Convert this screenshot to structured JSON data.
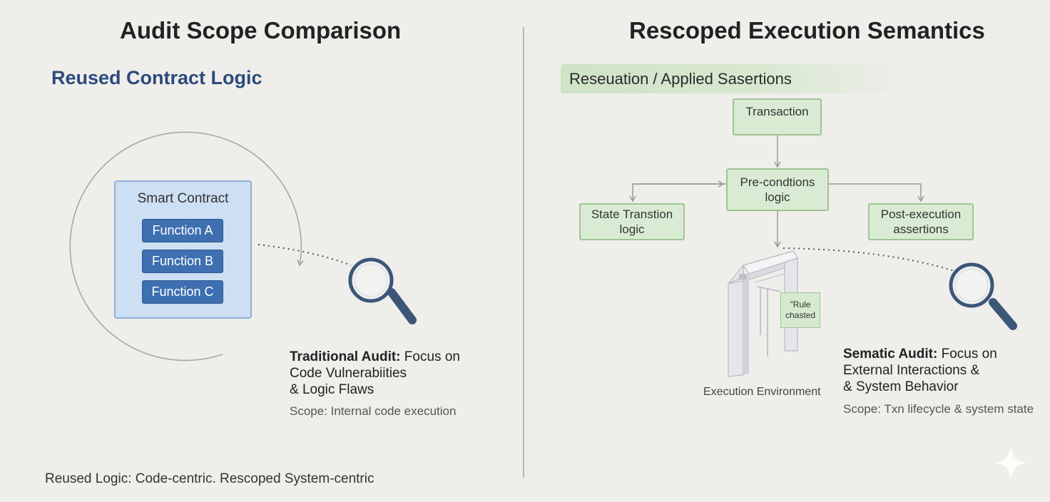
{
  "left_panel": {
    "title": "Audit Scope Comparison",
    "subtitle": "Reused Contract Logic",
    "contract_title": "Smart Contract",
    "functions": [
      "Function A",
      "Function B",
      "Function C"
    ],
    "caption_bold": "Traditional Audit:",
    "caption_line1_rest": " Focus on",
    "caption_line2": "Code Vulnerabiities",
    "caption_line3": "& Logic Flaws",
    "scope": "Scope: Internal code execution"
  },
  "right_panel": {
    "title": "Rescoped Execution Semantics",
    "banner": "Reseuation / Applied Sasertions",
    "node_transaction": "Transaction",
    "node_preconditions": [
      "Pre-condtions",
      "logic"
    ],
    "node_state": [
      "State Transtion",
      "logic"
    ],
    "node_post": [
      "Post-execution",
      "assertions"
    ],
    "rule_card": [
      "\"Rule",
      "chasted"
    ],
    "env_label": "Execution Environment",
    "caption_bold": "Sematic Audit:",
    "caption_line1_rest": " Focus on",
    "caption_line2": "External Interactions &",
    "caption_line3": "& System Behavior",
    "scope": "Scope: Txn lifecycle & system state"
  },
  "footer": "Reused Logic: Code-centric. Rescoped System-centric",
  "icons": {
    "magnifier": "magnifying-glass-icon",
    "gateway": "gateway-icon",
    "sparkle": "sparkle-icon"
  },
  "colors": {
    "background": "#efeeeb",
    "contract_fill": "#cddff3",
    "function_fill": "#3e6fb0",
    "node_fill": "#d9ecd3",
    "subtitle": "#2c4a7c"
  }
}
